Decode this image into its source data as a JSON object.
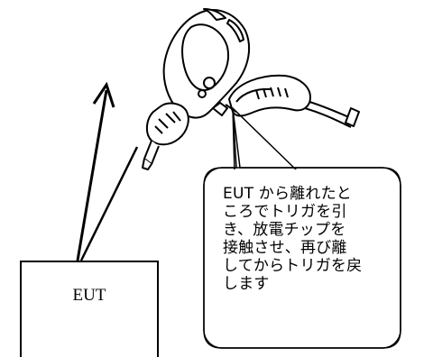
{
  "eut": {
    "label": "EUT"
  },
  "callout": {
    "lines": [
      "EUT から離れたと",
      "ころでトリガを引",
      "き、放電チップを",
      "接触させ、再び離",
      "してからトリガを戻",
      "します"
    ]
  },
  "icons": {
    "gun": "esd-gun-icon",
    "arrow": "up-arrow-icon"
  },
  "colors": {
    "stroke": "#000000",
    "background": "#ffffff"
  }
}
